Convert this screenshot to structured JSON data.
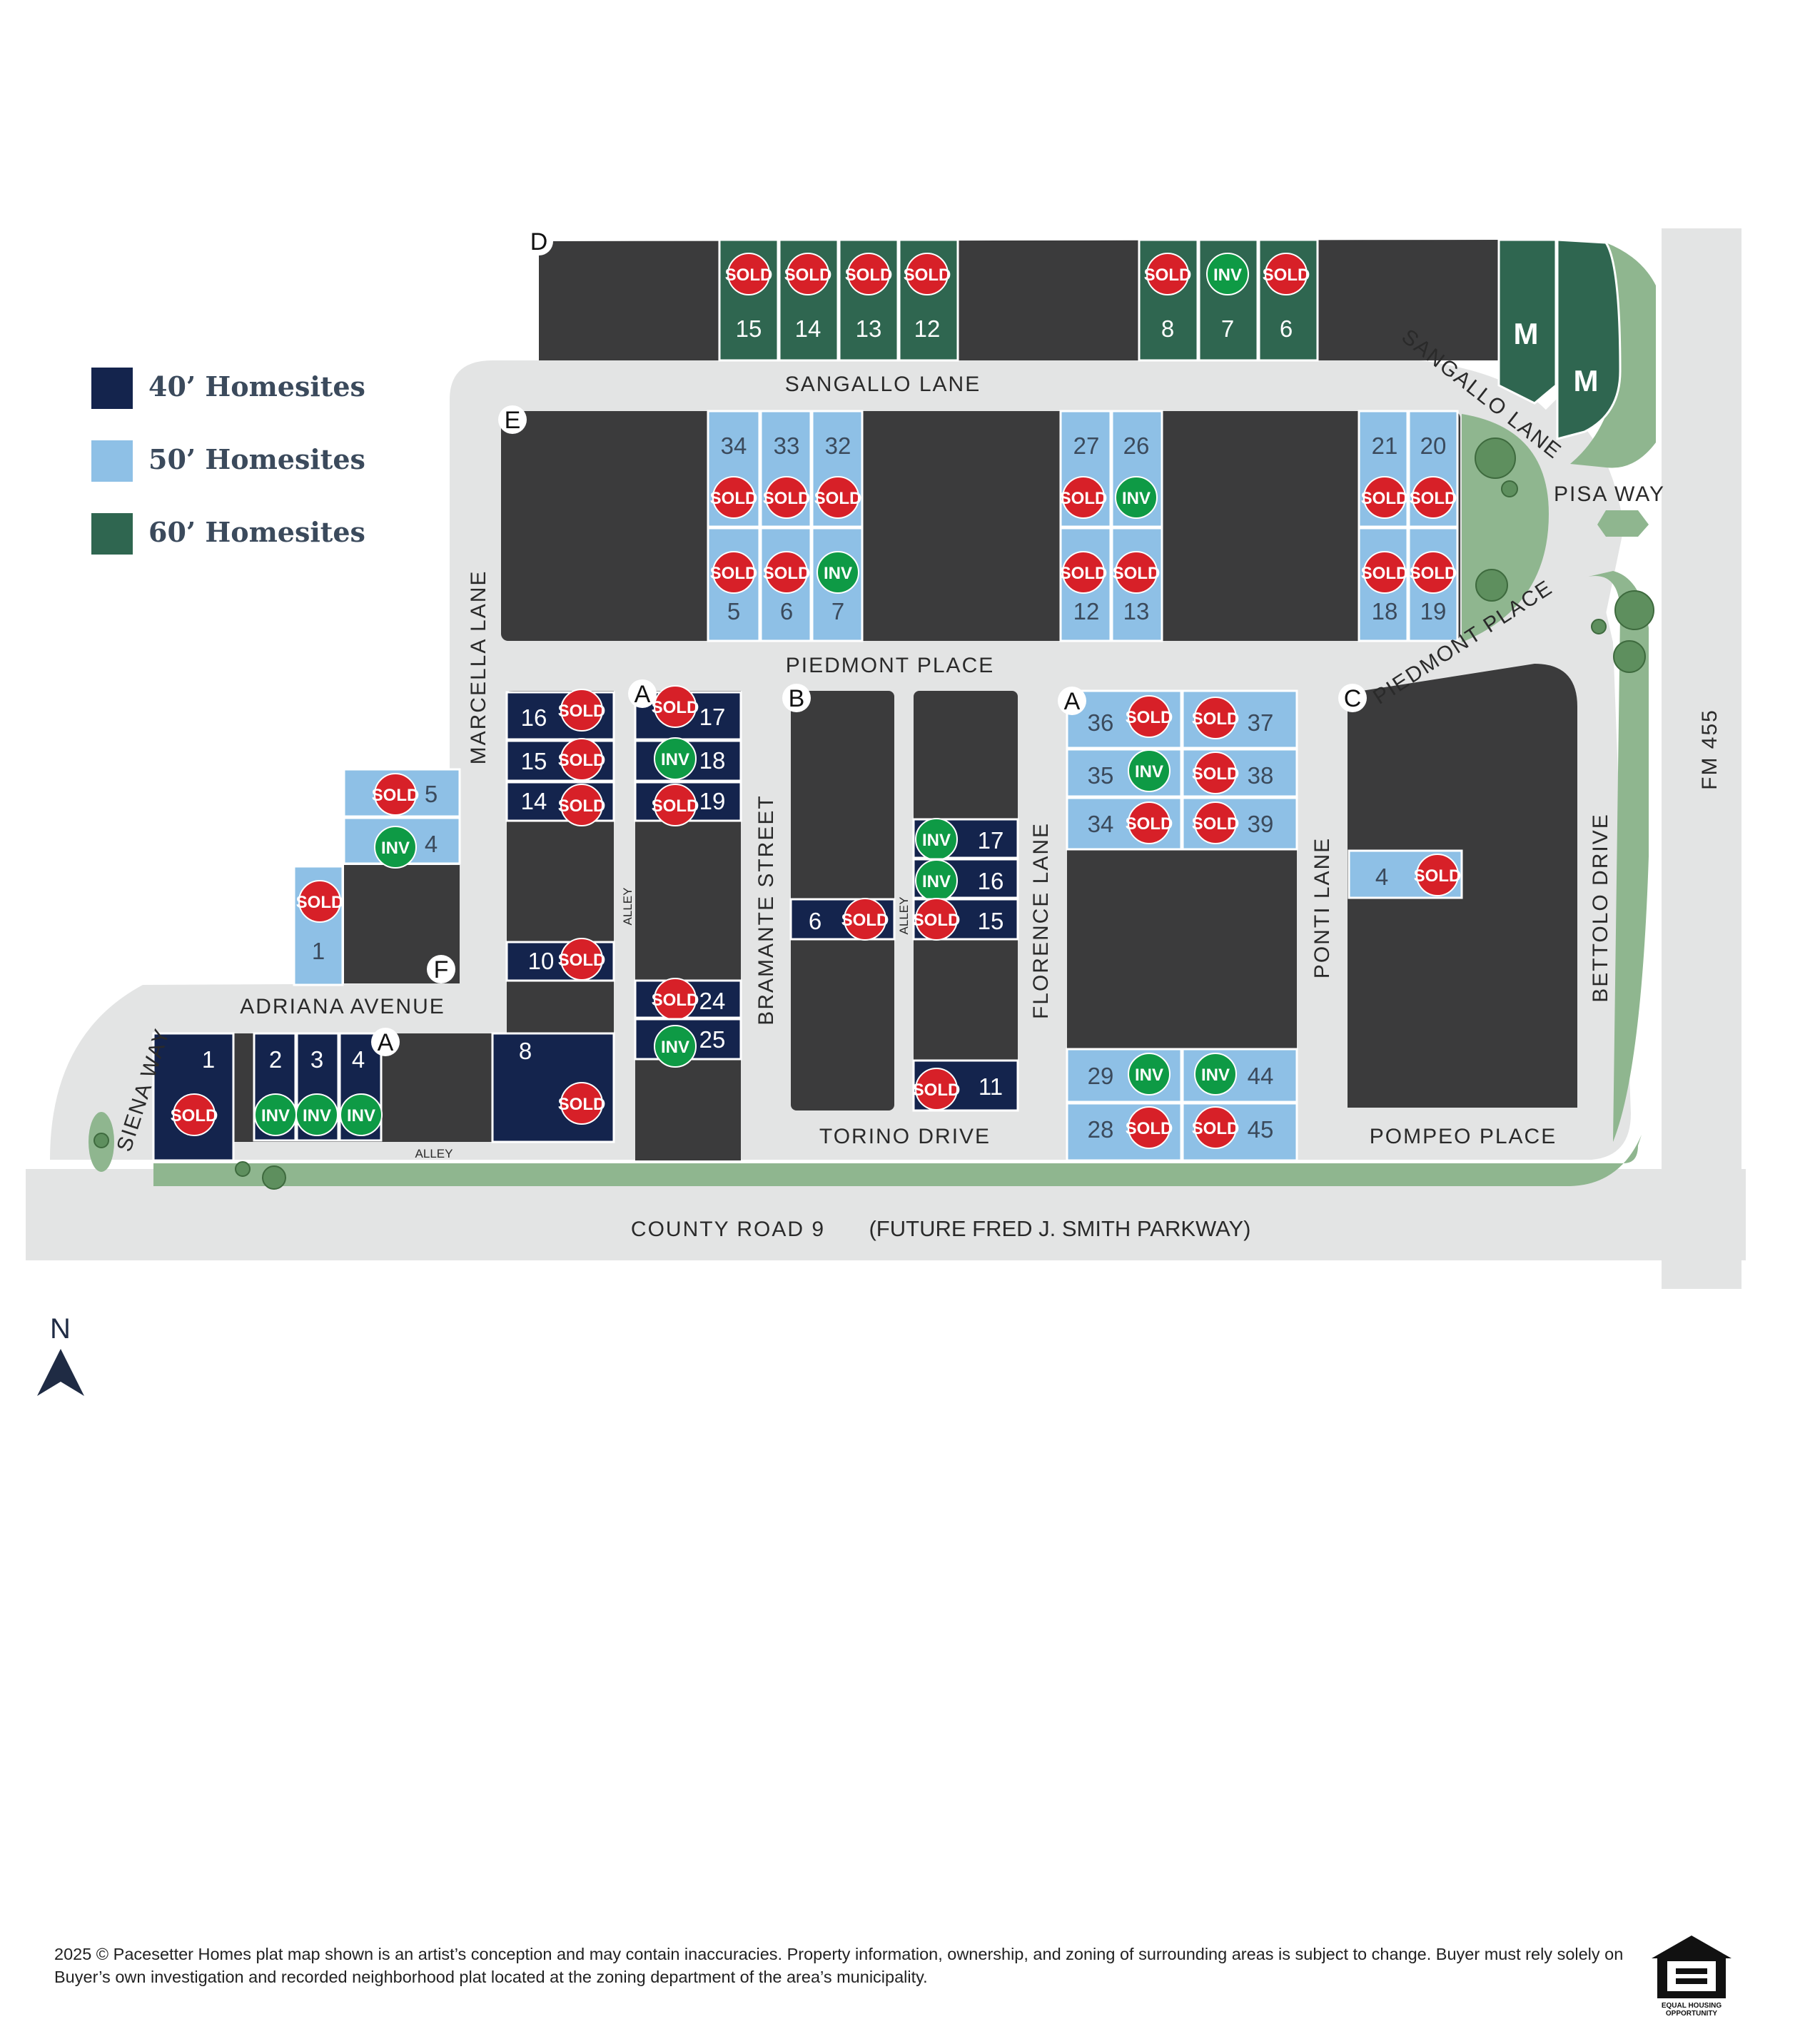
{
  "colors": {
    "lot_40": "#14244d",
    "lot_50": "#8ec0e6",
    "lot_60": "#2f6650",
    "block": "#3b3b3c",
    "road": "#e3e4e4",
    "green": "#8fb68f",
    "sold": "#d72028",
    "inv": "#0e9a45"
  },
  "legend": [
    {
      "label": "40’ Homesites",
      "color": "#14244d"
    },
    {
      "label": "50’ Homesites",
      "color": "#8ec0e6"
    },
    {
      "label": "60’ Homesites",
      "color": "#2f6650"
    }
  ],
  "status_labels": {
    "sold": "SOLD",
    "inv": "INV"
  },
  "streets": {
    "sangallo_lane": "SANGALLO LANE",
    "sangallo_lane_curve": "SANGALLO LANE",
    "pisa_way": "PISA WAY",
    "piedmont_place": "PIEDMONT PLACE",
    "piedmont_place_curve": "PIEDMONT PLACE",
    "marcella_lane": "MARCELLA LANE",
    "adriana_avenue": "ADRIANA AVENUE",
    "siena_way": "SIENA WAY",
    "bramante_street": "BRAMANTE STREET",
    "florence_lane": "FLORENCE LANE",
    "ponti_lane": "PONTI LANE",
    "bettolo_drive": "BETTOLO DRIVE",
    "fm_455": "FM 455",
    "torino_drive": "TORINO DRIVE",
    "pompeo_place": "POMPEO PLACE",
    "county_road": "COUNTY ROAD 9",
    "county_road_note": "(FUTURE FRED J. SMITH PARKWAY)",
    "alley": "ALLEY"
  },
  "block_letters": [
    "D",
    "E",
    "A",
    "B",
    "A",
    "C",
    "F",
    "A"
  ],
  "model_label": "M",
  "lots": [
    {
      "num": "15",
      "status": "sold",
      "size": 60
    },
    {
      "num": "14",
      "status": "sold",
      "size": 60
    },
    {
      "num": "13",
      "status": "sold",
      "size": 60
    },
    {
      "num": "12",
      "status": "sold",
      "size": 60
    },
    {
      "num": "8",
      "status": "sold",
      "size": 60
    },
    {
      "num": "7",
      "status": "inv",
      "size": 60
    },
    {
      "num": "6",
      "status": "sold",
      "size": 60
    },
    {
      "num": "34",
      "status": "sold",
      "size": 50
    },
    {
      "num": "33",
      "status": "sold",
      "size": 50
    },
    {
      "num": "32",
      "status": "sold",
      "size": 50
    },
    {
      "num": "5",
      "status": "sold",
      "size": 50
    },
    {
      "num": "6",
      "status": "sold",
      "size": 50
    },
    {
      "num": "7",
      "status": "inv",
      "size": 50
    },
    {
      "num": "27",
      "status": "sold",
      "size": 50
    },
    {
      "num": "26",
      "status": "inv",
      "size": 50
    },
    {
      "num": "12",
      "status": "sold",
      "size": 50
    },
    {
      "num": "13",
      "status": "sold",
      "size": 50
    },
    {
      "num": "21",
      "status": "sold",
      "size": 50
    },
    {
      "num": "20",
      "status": "sold",
      "size": 50
    },
    {
      "num": "18",
      "status": "sold",
      "size": 50
    },
    {
      "num": "19",
      "status": "sold",
      "size": 50
    },
    {
      "num": "5",
      "status": "sold",
      "size": 50
    },
    {
      "num": "4",
      "status": "inv",
      "size": 50
    },
    {
      "num": "1",
      "status": "sold",
      "size": 50
    },
    {
      "num": "16",
      "status": "sold",
      "size": 40
    },
    {
      "num": "15",
      "status": "sold",
      "size": 40
    },
    {
      "num": "14",
      "status": "sold",
      "size": 40
    },
    {
      "num": "10",
      "status": "sold",
      "size": 40
    },
    {
      "num": "8",
      "status": "sold",
      "size": 40
    },
    {
      "num": "17",
      "status": "sold",
      "size": 40
    },
    {
      "num": "18",
      "status": "inv",
      "size": 40
    },
    {
      "num": "19",
      "status": "sold",
      "size": 40
    },
    {
      "num": "24",
      "status": "sold",
      "size": 40
    },
    {
      "num": "25",
      "status": "inv",
      "size": 40
    },
    {
      "num": "6",
      "status": "sold",
      "size": 40
    },
    {
      "num": "17",
      "status": "inv",
      "size": 40
    },
    {
      "num": "16",
      "status": "inv",
      "size": 40
    },
    {
      "num": "15",
      "status": "sold",
      "size": 40
    },
    {
      "num": "11",
      "status": "sold",
      "size": 40
    },
    {
      "num": "36",
      "status": "sold",
      "size": 50
    },
    {
      "num": "37",
      "status": "sold",
      "size": 50
    },
    {
      "num": "35",
      "status": "inv",
      "size": 50
    },
    {
      "num": "38",
      "status": "sold",
      "size": 50
    },
    {
      "num": "34",
      "status": "sold",
      "size": 50
    },
    {
      "num": "39",
      "status": "sold",
      "size": 50
    },
    {
      "num": "29",
      "status": "inv",
      "size": 50
    },
    {
      "num": "44",
      "status": "inv",
      "size": 50
    },
    {
      "num": "28",
      "status": "sold",
      "size": 50
    },
    {
      "num": "45",
      "status": "sold",
      "size": 50
    },
    {
      "num": "4",
      "status": "sold",
      "size": 50
    },
    {
      "num": "1",
      "status": "sold",
      "size": 40
    },
    {
      "num": "2",
      "status": "inv",
      "size": 40
    },
    {
      "num": "3",
      "status": "inv",
      "size": 40
    },
    {
      "num": "4",
      "status": "inv",
      "size": 40
    }
  ],
  "north_label": "N",
  "disclaimer": "2025 © Pacesetter Homes plat map shown is an artist’s conception and may contain inaccuracies. Property information, ownership, and zoning of surrounding areas is subject to change. Buyer must rely solely on Buyer’s own investigation and recorded neighborhood plat located at the zoning department of the area’s municipality.",
  "eho_label": "EQUAL HOUSING OPPORTUNITY"
}
